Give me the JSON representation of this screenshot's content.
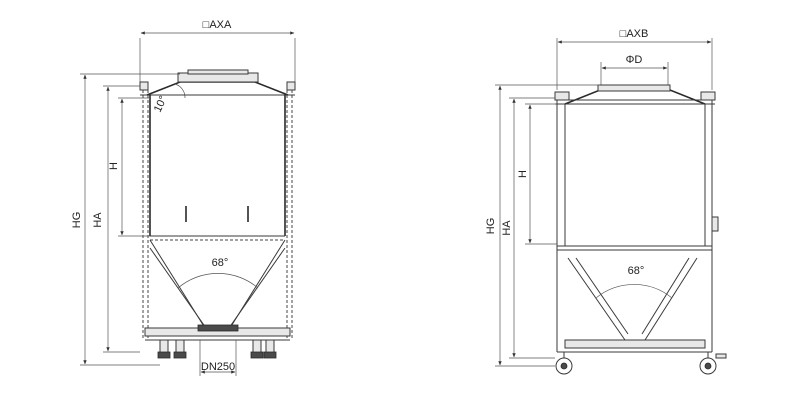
{
  "left": {
    "width_label": "□AXA",
    "height_labels": {
      "hg": "HG",
      "ha": "HA",
      "h": "H"
    },
    "cone_angle": "68°",
    "roof_angle": "10°",
    "outlet_label": "DN250"
  },
  "right": {
    "width_label": "□AXB",
    "diameter_label": "ΦD",
    "height_labels": {
      "hg": "HG",
      "ha": "HA",
      "h": "H"
    },
    "cone_angle": "68°"
  }
}
